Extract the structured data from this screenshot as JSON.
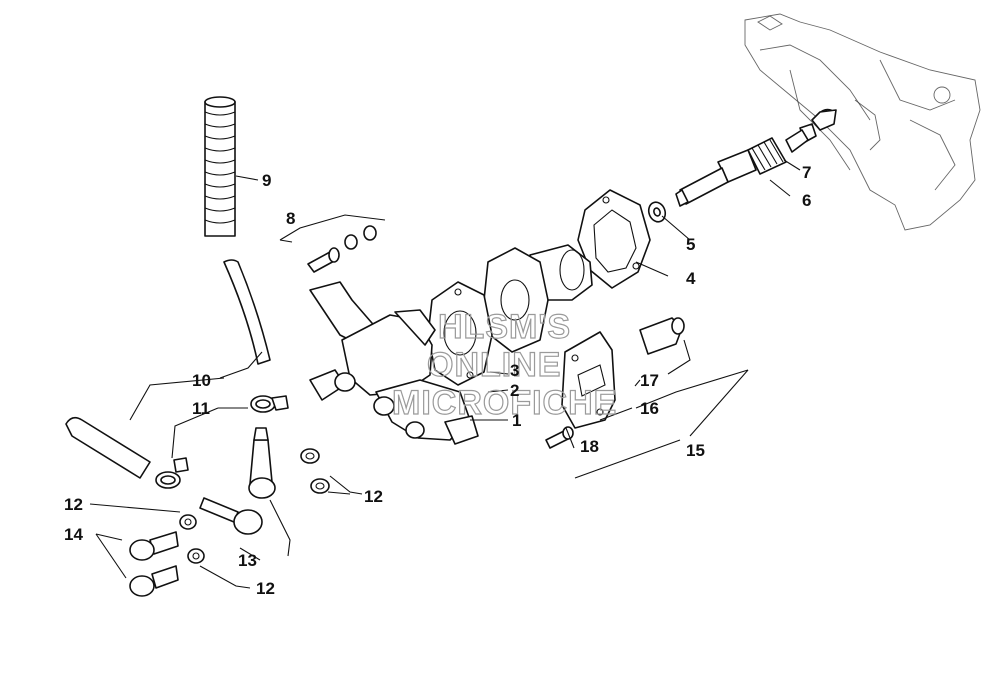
{
  "callouts": {
    "c1": "1",
    "c2": "2",
    "c3": "3",
    "c4": "4",
    "c5": "5",
    "c6": "6",
    "c7": "7",
    "c8": "8",
    "c9": "9",
    "c10": "10",
    "c11": "11",
    "c12a": "12",
    "c12b": "12",
    "c12c": "12",
    "c13": "13",
    "c14": "14",
    "c15": "15",
    "c16": "16",
    "c17": "17",
    "c18": "18"
  },
  "watermark": {
    "line1": "HLSM'S",
    "line2": "ONLINE",
    "line3": "MICROFICHE"
  }
}
